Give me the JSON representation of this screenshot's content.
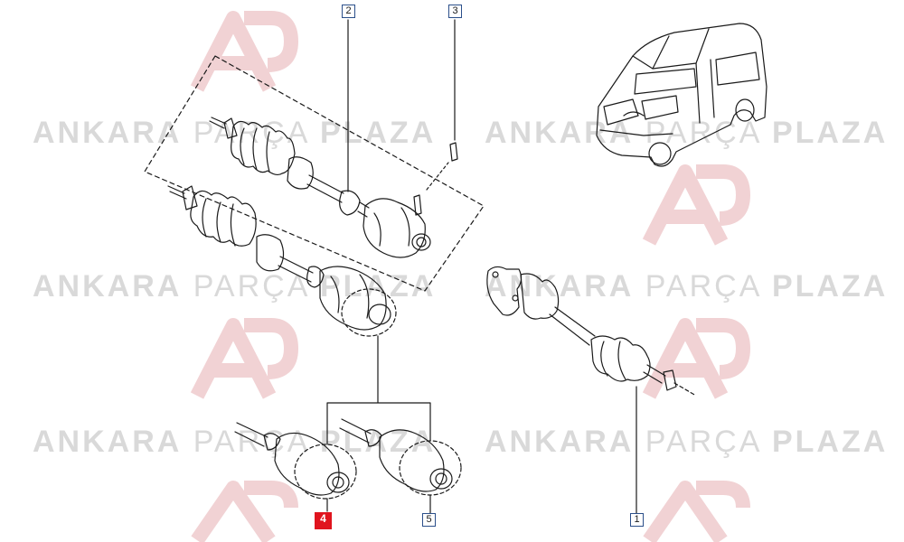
{
  "watermark": {
    "brand_bold": "ANKARA",
    "brand_light": "PARÇA",
    "brand_bold2": "PLAZA",
    "logo_color": "#f2d4d6",
    "text_color": "#d9d9d9"
  },
  "callouts": [
    {
      "id": "2",
      "label": "2",
      "selected": false
    },
    {
      "id": "3",
      "label": "3",
      "selected": false
    },
    {
      "id": "1",
      "label": "1",
      "selected": false
    },
    {
      "id": "4",
      "label": "4",
      "selected": true
    },
    {
      "id": "5",
      "label": "5",
      "selected": false
    }
  ],
  "colors": {
    "line": "#1a1a1a",
    "callout_border": "#2b4f8a",
    "selected": "#e0141e"
  }
}
